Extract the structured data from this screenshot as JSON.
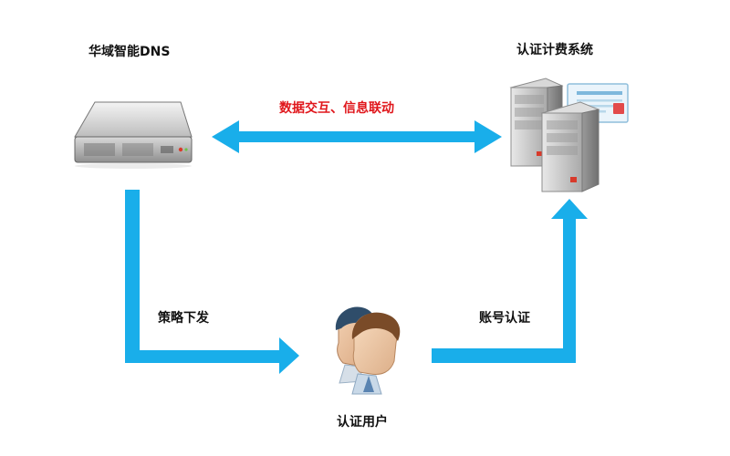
{
  "nodes": {
    "dns": "华域智能DNS",
    "billing": "认证计费系统",
    "user": "认证用户"
  },
  "edges": {
    "exchange": "数据交互、信息联动",
    "policy": "策略下发",
    "account": "账号认证"
  },
  "colors": {
    "arrow": "#19aeea",
    "highlight_text": "#e0161b"
  }
}
